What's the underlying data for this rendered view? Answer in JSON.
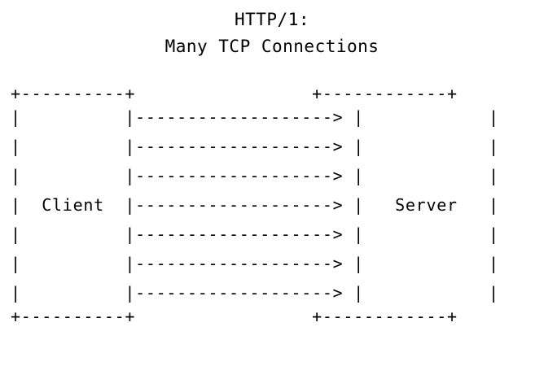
{
  "figure": {
    "kind": "ascii-sequence-diagram",
    "background_color": "#ffffff",
    "text_color": "#000000"
  },
  "title": {
    "line1": "HTTP/1:",
    "line2": "Many TCP Connections"
  },
  "actors": {
    "client": {
      "label": "Client",
      "box_width_chars": 12,
      "top_border": "+----------+",
      "bottom_border": "+----------+",
      "label_row": "|  Client  |",
      "empty_row": "|          |"
    },
    "server": {
      "label": "Server",
      "box_width_chars": 14,
      "top_border": "+------------+",
      "bottom_border": "+------------+",
      "label_row": "|   Server   |",
      "empty_row": "|            |"
    }
  },
  "connections": {
    "count": 7,
    "direction": "client-to-server",
    "arrow": "|------------------->",
    "dash_count": 19,
    "arrow_head": ">"
  },
  "rows": {
    "top_border": "+----------+                              +------------+",
    "conn_1": "|          |--------------------> |        |            |",
    "conn_2": "|          |--------------------> |        |            |",
    "conn_3": "|          |--------------------> |        |            |",
    "conn_4": "|  Client  |--------------------> |  Server  |          |",
    "conn_5": "|          |--------------------> |        |            |",
    "conn_6": "|          |--------------------> |        |            |",
    "conn_7": "|          |--------------------> |        |            |",
    "bottom_border": "+----------+                              +------------+"
  },
  "ascii_rows": [
    "+----------+                 +------------+",
    "|          |------------------->  |            |",
    "|          |------------------->  |            |",
    "|          |------------------->  |            |",
    "|  Client  |------------------->  |   Server   |",
    "|          |------------------->  |            |",
    "|          |------------------->  |            |",
    "|          |------------------->  |            |",
    "+----------+                 +------------+"
  ],
  "grid": [
    {
      "name": "top-border",
      "left_box": "+----------+",
      "gap": "              ",
      "mid": "          ",
      "right_box": "+------------+"
    },
    {
      "name": "arrow-row-1",
      "left_box": "|          |",
      "arrow": "------------------->",
      "sep": " ",
      "right_box": "|            |"
    },
    {
      "name": "arrow-row-2",
      "left_box": "|          |",
      "arrow": "------------------->",
      "sep": " ",
      "right_box": "|            |"
    },
    {
      "name": "arrow-row-3",
      "left_box": "|          |",
      "arrow": "------------------->",
      "sep": " ",
      "right_box": "|            |"
    },
    {
      "name": "arrow-row-4",
      "left_box": "|  Client  |",
      "arrow": "------------------->",
      "sep": " ",
      "right_box": "|   Server   |"
    },
    {
      "name": "arrow-row-5",
      "left_box": "|          |",
      "arrow": "------------------->",
      "sep": " ",
      "right_box": "|            |"
    },
    {
      "name": "arrow-row-6",
      "left_box": "|          |",
      "arrow": "------------------->",
      "sep": " ",
      "right_box": "|            |"
    },
    {
      "name": "arrow-row-7",
      "left_box": "|          |",
      "arrow": "------------------->",
      "sep": " ",
      "right_box": "|            |"
    },
    {
      "name": "bottom-border",
      "left_box": "+----------+",
      "gap": "              ",
      "mid": "          ",
      "right_box": "+------------+"
    }
  ],
  "render_lines": {
    "r0": "+----------+                 +------------+",
    "r1": "|          |-------------------> |            |",
    "r2": "|          |-------------------> |            |",
    "r3": "|          |-------------------> |            |",
    "r4": "|  Client  |-------------------> |   Server   |",
    "r5": "|          |-------------------> |            |",
    "r6": "|          |-------------------> |            |",
    "r7": "|          |-------------------> |            |",
    "r8": "+----------+                 +------------+"
  }
}
